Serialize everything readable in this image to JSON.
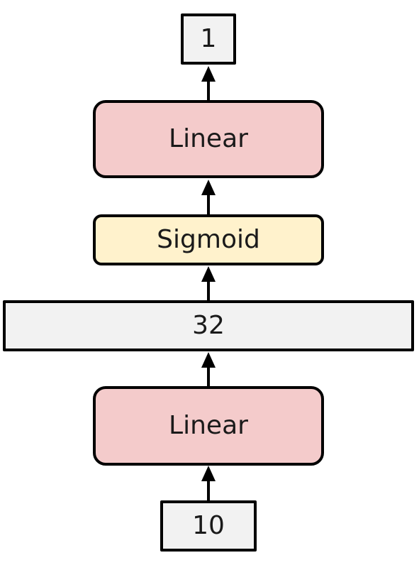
{
  "diagram": {
    "output_tensor": {
      "label": "1"
    },
    "layer_linear_top": {
      "label": "Linear"
    },
    "layer_sigmoid": {
      "label": "Sigmoid"
    },
    "hidden_tensor": {
      "label": "32"
    },
    "layer_linear_bottom": {
      "label": "Linear"
    },
    "input_tensor": {
      "label": "10"
    }
  },
  "colors": {
    "linear_fill": "#f4cbcb",
    "sigmoid_fill": "#fff2cc",
    "tensor_fill": "#f2f2f2",
    "border": "#000000"
  }
}
